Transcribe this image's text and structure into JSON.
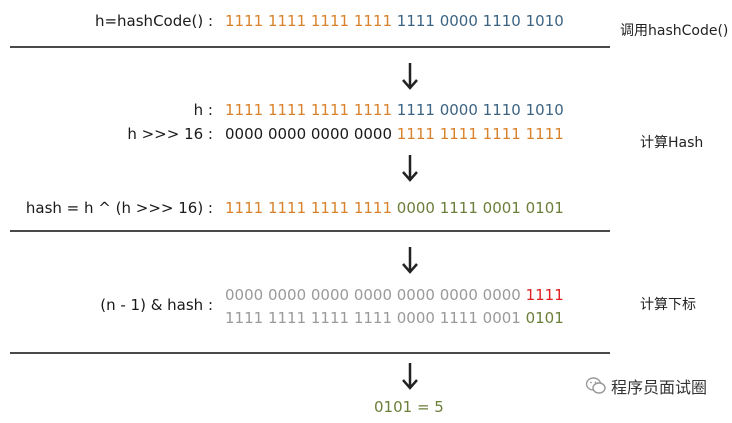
{
  "colors": {
    "orange": "#d9822b",
    "blue": "#3c6382",
    "black": "#1a1a1a",
    "green": "#6b7f3a",
    "gray": "#9a9a9a",
    "red": "#e02020"
  },
  "row1": {
    "label": "h=hashCode() :",
    "segments": [
      {
        "text": "1111 1111 1111 1111 ",
        "color": "orange"
      },
      {
        "text": "1111 0000 1110 1010",
        "color": "blue"
      }
    ],
    "side": "调用hashCode()"
  },
  "row2": {
    "label": "h :",
    "segments": [
      {
        "text": "1111 1111 1111 1111 ",
        "color": "orange"
      },
      {
        "text": "1111 0000 1110 1010",
        "color": "blue"
      }
    ]
  },
  "row3": {
    "label": "h >>> 16 :",
    "segments": [
      {
        "text": "0000 0000 0000 0000 ",
        "color": "black"
      },
      {
        "text": "1111 1111 1111 1111",
        "color": "orange"
      }
    ],
    "side": "计算Hash"
  },
  "row4": {
    "label": "hash = h ^ (h >>> 16) :",
    "segments": [
      {
        "text": "1111 1111 1111 1111 ",
        "color": "orange"
      },
      {
        "text": "0000 1111 0001 0101",
        "color": "green"
      }
    ]
  },
  "row5": {
    "label": "(n  -  1) & hash :",
    "segments": [
      {
        "text": "0000 0000 0000 0000 0000 0000 0000 ",
        "color": "gray"
      },
      {
        "text": "1111",
        "color": "red"
      }
    ],
    "side": "计算下标"
  },
  "row6": {
    "segments": [
      {
        "text": "1111 1111 1111 1111 0000 1111 0001 ",
        "color": "gray"
      },
      {
        "text": "0101",
        "color": "green"
      }
    ]
  },
  "result": {
    "text": "0101 = 5",
    "color": "green"
  },
  "watermark": "程序员面试圈"
}
